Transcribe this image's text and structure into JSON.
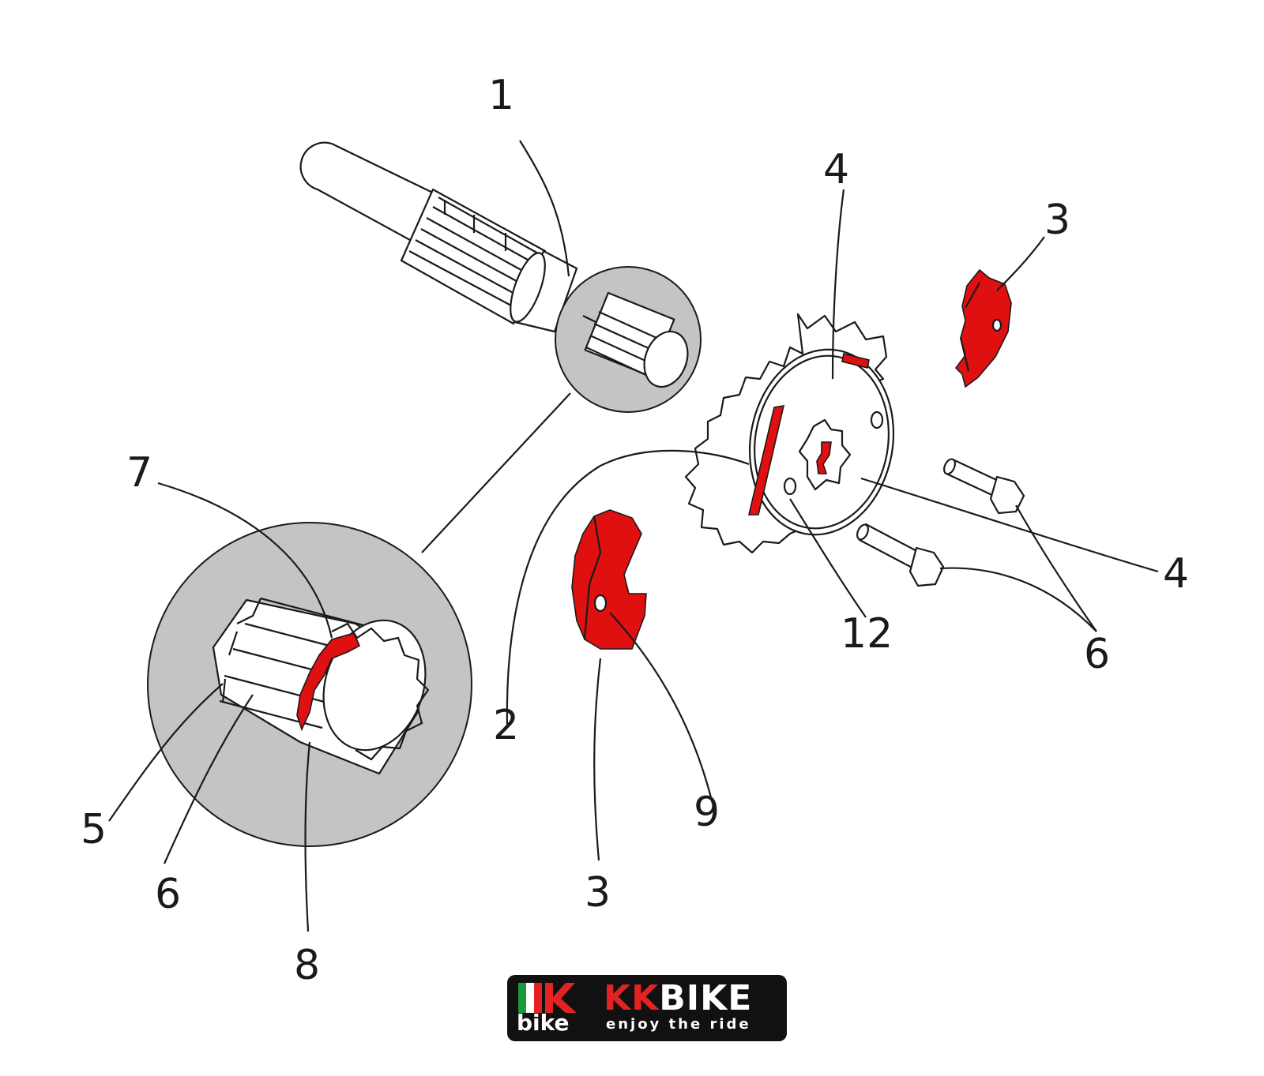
{
  "diagram": {
    "callouts": {
      "c1": "1",
      "c4_top": "4",
      "c3_top": "3",
      "c7": "7",
      "c2": "2",
      "c4_right": "4",
      "c12": "12",
      "c6_right": "6",
      "c5": "5",
      "c6_left": "6",
      "c8": "8",
      "c9": "9",
      "c3_bottom": "3"
    },
    "colors": {
      "highlight": "#e01010",
      "magnifier": "#c4c4c4",
      "ink": "#1a1a1a"
    }
  },
  "logo": {
    "mark_text": "bike",
    "brand_kk": "KK",
    "brand_rest": "BIKE",
    "tagline": "enjoy the ride",
    "colors": {
      "background": "#111111",
      "accent": "#e52222",
      "green": "#1a9a3a"
    }
  }
}
